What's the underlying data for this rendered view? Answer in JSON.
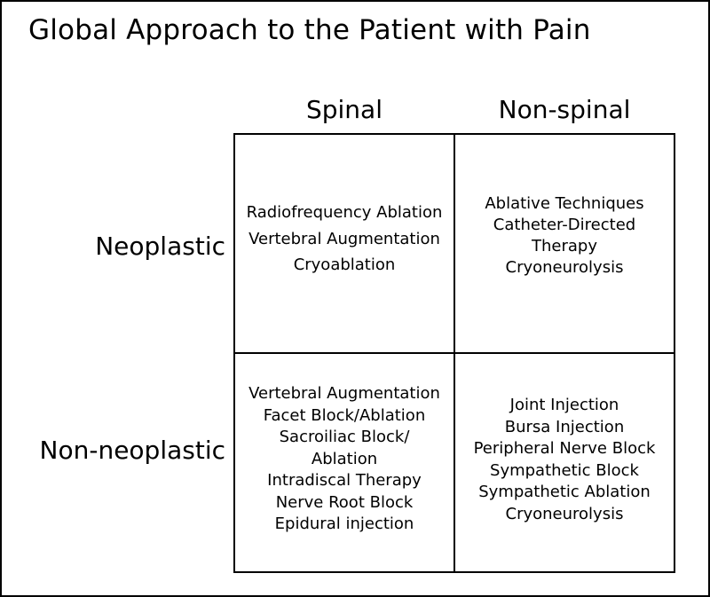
{
  "title": "Global Approach to the Patient with Pain",
  "columns": {
    "spinal": "Spinal",
    "nonspinal": "Non-spinal"
  },
  "rows": {
    "neoplastic": "Neoplastic",
    "nonneoplastic": "Non-neoplastic"
  },
  "cells": {
    "neoplastic_spinal": [
      "Radiofrequency Ablation",
      "Vertebral Augmentation",
      "Cryoablation"
    ],
    "neoplastic_nonspinal": [
      "Ablative Techniques",
      "Catheter-Directed",
      "Therapy",
      "Cryoneurolysis"
    ],
    "nonneoplastic_spinal": [
      "Vertebral Augmentation",
      "Facet Block/Ablation",
      "Sacroiliac Block/",
      "Ablation",
      "Intradiscal Therapy",
      "Nerve Root Block",
      "Epidural injection"
    ],
    "nonneoplastic_nonspinal": [
      "Joint Injection",
      "Bursa Injection",
      "Peripheral Nerve Block",
      "Sympathetic Block",
      "Sympathetic Ablation",
      "Cryoneurolysis"
    ]
  }
}
